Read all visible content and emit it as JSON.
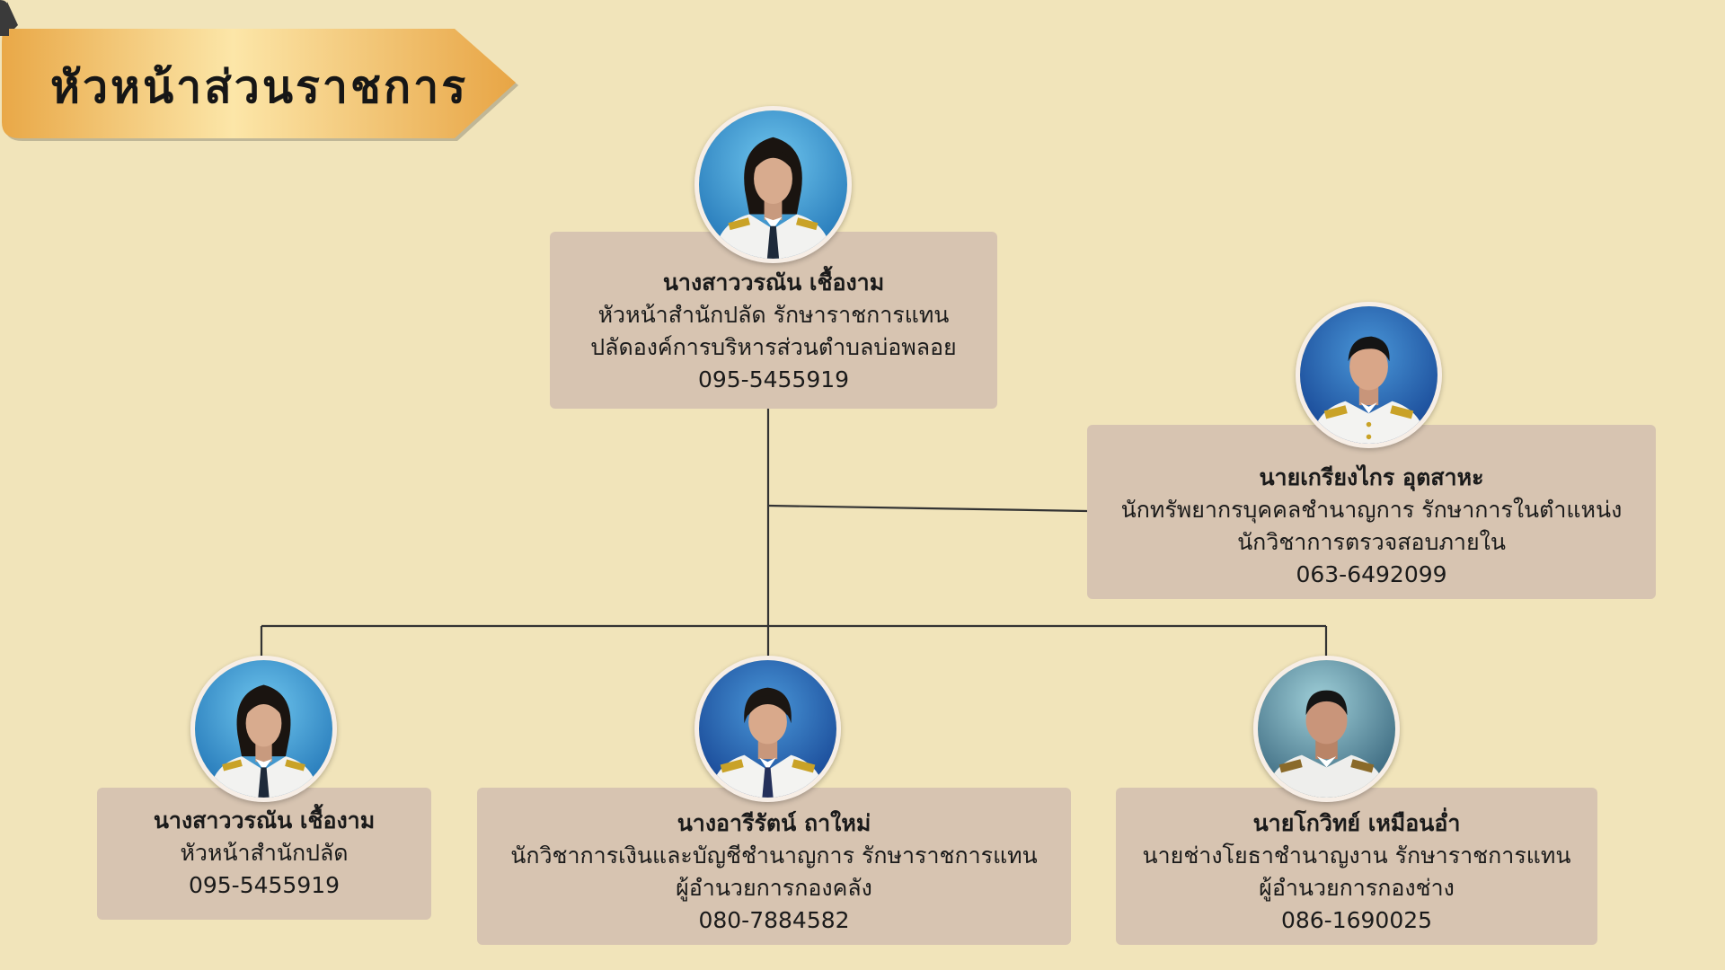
{
  "page_title": "หัวหน้าส่วนราชการ",
  "colors": {
    "background": "#F1E4BA",
    "card": "#D7C4B1",
    "banner_gold": "#E9A847",
    "banner_light": "#FCE6A8",
    "connector": "#333333"
  },
  "people": {
    "top": {
      "name": "นางสาววรณัน เชื้องาม",
      "line1": "หัวหน้าสำนักปลัด รักษาราชการแทน",
      "line2": "ปลัดองค์การบริหารส่วนตำบลบ่อพลอย",
      "phone": "095-5455919",
      "photo": "portrait-woman-icon"
    },
    "side": {
      "name": "นายเกรียงไกร อุตสาหะ",
      "line1": "นักทรัพยากรบุคคลชำนาญการ รักษาการในตำแหน่ง",
      "line2": "นักวิชาการตรวจสอบภายใน",
      "phone": "063-6492099",
      "photo": "portrait-man-icon"
    },
    "left": {
      "name": "นางสาววรณัน เชื้องาม",
      "line1": "หัวหน้าสำนักปลัด",
      "phone": "095-5455919",
      "photo": "portrait-woman-icon"
    },
    "center": {
      "name": "นางอารีรัตน์ ถาใหม่",
      "line1": "นักวิชาการเงินและบัญชีชำนาญการ รักษาราชการแทน",
      "line2": "ผู้อำนวยการกองคลัง",
      "phone": "080-7884582",
      "photo": "portrait-woman-icon"
    },
    "right": {
      "name": "นายโกวิทย์ เหมือนอ่ำ",
      "line1": "นายช่างโยธาชำนาญงาน รักษาราชการแทน",
      "line2": "ผู้อำนวยการกองช่าง",
      "phone": "086-1690025",
      "photo": "portrait-man-icon"
    }
  }
}
